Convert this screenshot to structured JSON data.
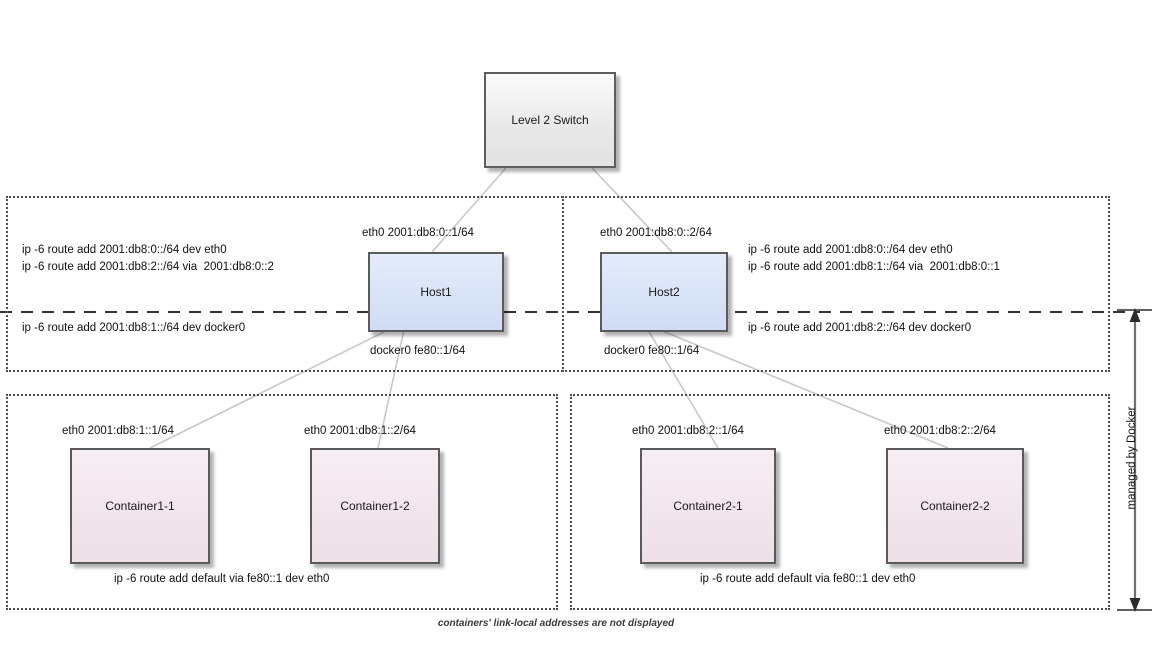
{
  "diagram": {
    "footnote": "containers' link-local addresses are not displayed",
    "managed_label": "managed by Docker",
    "switch": {
      "label": "Level 2 Switch"
    },
    "hosts": [
      {
        "label": "Host1",
        "eth0": "eth0 2001:db8:0::1/64",
        "docker0": "docker0 fe80::1/64",
        "routes_above": "ip -6 route add 2001:db8:0::/64 dev eth0\nip -6 route add 2001:db8:2::/64 via  2001:db8:0::2",
        "routes_below": "ip -6 route add 2001:db8:1::/64 dev docker0"
      },
      {
        "label": "Host2",
        "eth0": "eth0 2001:db8:0::2/64",
        "docker0": "docker0 fe80::1/64",
        "routes_above": "ip -6 route add 2001:db8:0::/64 dev eth0\nip -6 route add 2001:db8:1::/64 via  2001:db8:0::1",
        "routes_below": "ip -6 route add 2001:db8:2::/64 dev docker0"
      }
    ],
    "containers": [
      {
        "label": "Container1-1",
        "eth0": "eth0 2001:db8:1::1/64"
      },
      {
        "label": "Container1-2",
        "eth0": "eth0 2001:db8:1::2/64"
      },
      {
        "label": "Container2-1",
        "eth0": "eth0 2001:db8:2::1/64"
      },
      {
        "label": "Container2-2",
        "eth0": "eth0 2001:db8:2::2/64"
      }
    ],
    "default_routes": [
      "ip -6 route add default via fe80::1 dev eth0",
      "ip -6 route add default via fe80::1 dev eth0"
    ],
    "colors": {
      "host_fill": "#dbe5f7",
      "container_fill": "#f3e7ee",
      "switch_fill": "#e9e9e9",
      "border": "#5a5a5a",
      "connector": "#c8c8c8",
      "group_border": "#4d4d4d"
    }
  }
}
